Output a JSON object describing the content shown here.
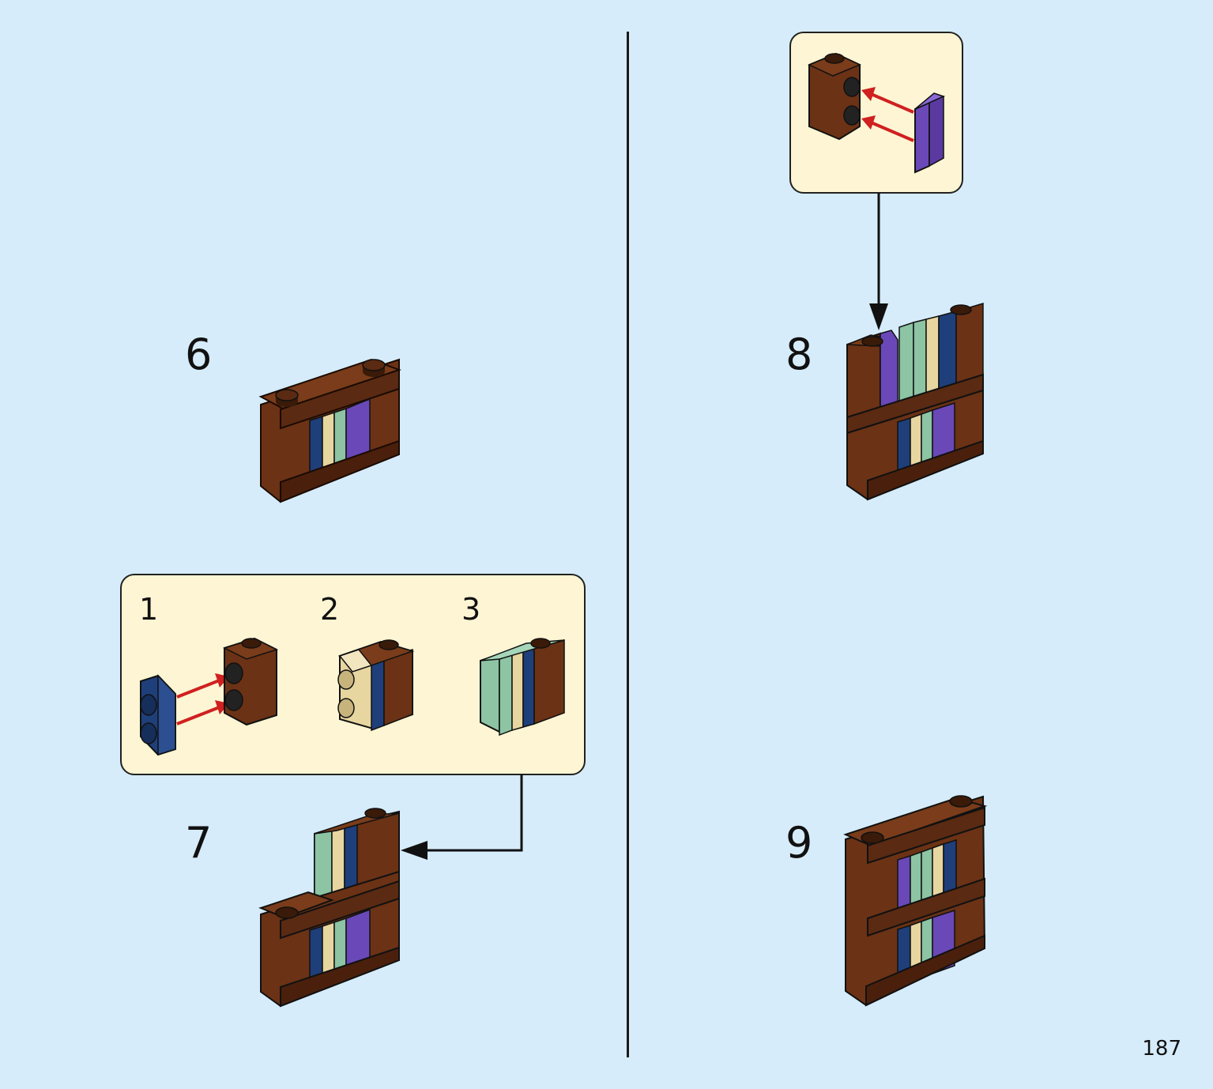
{
  "steps": {
    "s6": "6",
    "s7": "7",
    "s8": "8",
    "s9": "9"
  },
  "substeps": {
    "a": "1",
    "b": "2",
    "c": "3"
  },
  "page_number": "187",
  "colors": {
    "background": "#d6ecfa",
    "callout": "#fdf5d3",
    "brown": "#5a2a12",
    "brown_dark": "#3a1a08",
    "blue": "#1f3f7a",
    "tan": "#e8d6a0",
    "sand_green": "#8cc4a4",
    "purple": "#6a48b8",
    "arrow_red": "#d02020"
  },
  "parts": [
    "brown-brick-1x2",
    "blue-plate-1x2",
    "tan-plate-1x2",
    "sand-green-plate-1x2",
    "purple-tile-1x2"
  ]
}
